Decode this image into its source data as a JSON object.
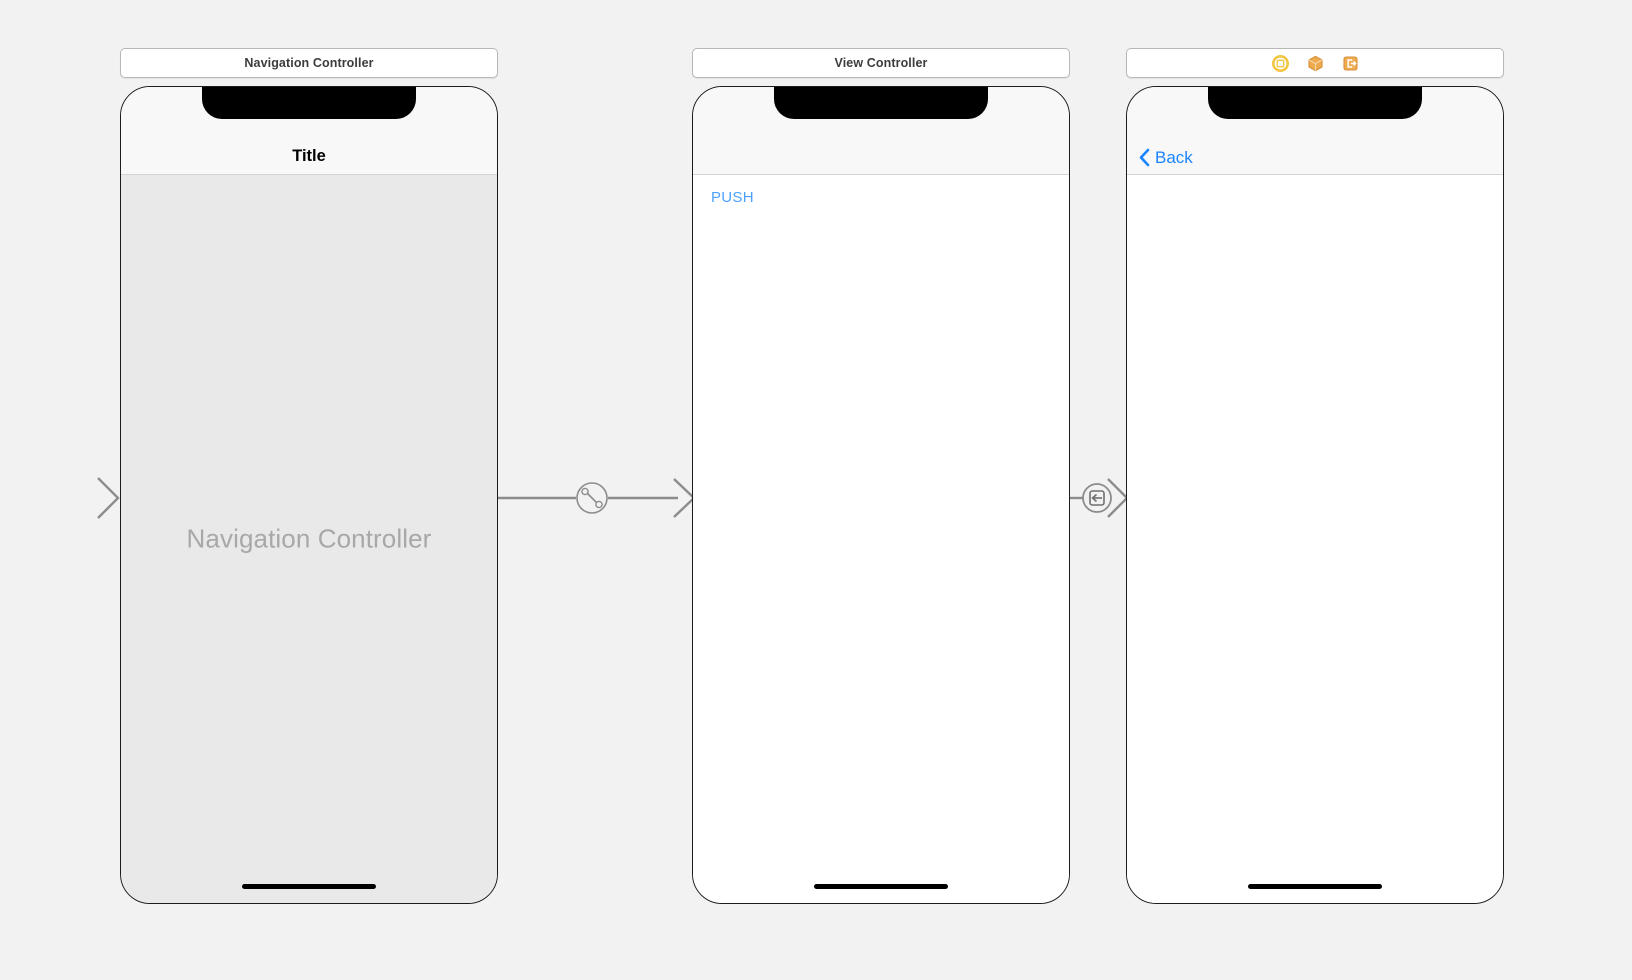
{
  "canvas": {
    "background": "#f2f2f2",
    "accent_blue": "#1a84ff",
    "accent_orange": "#e8a33d",
    "accent_yellow": "#f5c542",
    "connector_gray": "#8c8c8c"
  },
  "scenes": [
    {
      "id": "navigation-controller-scene",
      "dock_title": "Navigation Controller",
      "dock_icons": [],
      "nav_bar": {
        "type": "title",
        "title": "Title"
      },
      "content": {
        "style": "grey",
        "placeholder": "Navigation Controller"
      },
      "home_indicator": true
    },
    {
      "id": "view-controller-scene",
      "dock_title": "View Controller",
      "dock_icons": [],
      "nav_bar": {
        "type": "blank",
        "title": ""
      },
      "content": {
        "style": "white",
        "button": "PUSH"
      },
      "home_indicator": true
    },
    {
      "id": "destination-view-controller-scene",
      "dock_title": "",
      "dock_icons": [
        {
          "name": "view-controller-icon",
          "label": "View Controller"
        },
        {
          "name": "first-responder-icon",
          "label": "First Responder"
        },
        {
          "name": "exit-icon",
          "label": "Exit"
        }
      ],
      "nav_bar": {
        "type": "back",
        "back_label": "Back"
      },
      "content": {
        "style": "white"
      },
      "home_indicator": true
    }
  ],
  "connections": [
    {
      "name": "storyboard-entry-point",
      "kind": "entry-arrow",
      "label": ""
    },
    {
      "name": "relationship-segue-root-view-controller",
      "kind": "relationship",
      "icon": "relationship-segue-icon",
      "label": ""
    },
    {
      "name": "show-segue",
      "kind": "segue",
      "icon": "show-segue-icon",
      "label": ""
    }
  ]
}
